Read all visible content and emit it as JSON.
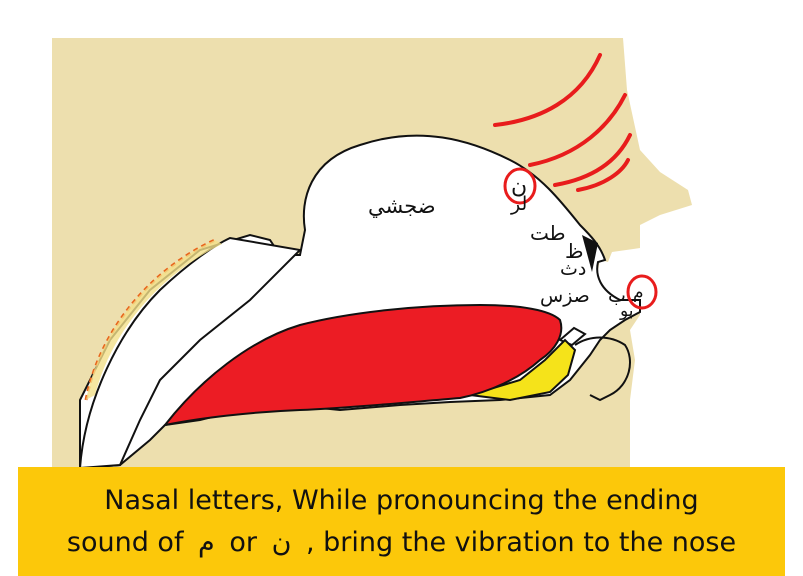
{
  "colors": {
    "background": "#ffffff",
    "skin": "#eddfae",
    "tongue": "#ec1c24",
    "gum": "#f5e31a",
    "caption_bg": "#fcc80a",
    "vibration": "#e81c1c",
    "outline": "#111111"
  },
  "labels": {
    "palate_letters": "ضجشي",
    "nun_circled": "ن",
    "lam_ra": "لر",
    "ta_dal": "طت",
    "tha_dhal_za": "ظ",
    "dal_tha": "دث",
    "sad_zay_sin": "صزس",
    "ba": "ب",
    "mim_circled": "م",
    "waw_ba": "بو"
  },
  "caption": {
    "line1": "Nasal letters, While pronouncing the ending",
    "line2_before": "sound of",
    "line2_mim": "م",
    "line2_or": "or",
    "line2_nun": "ن",
    "line2_after": ", bring the vibration to the nose"
  }
}
